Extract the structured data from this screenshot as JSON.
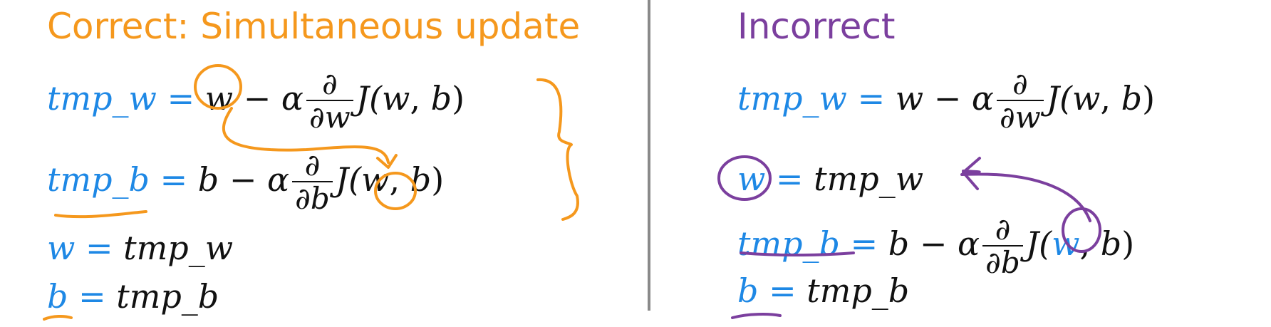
{
  "headings": {
    "correct": "Correct: Simultaneous update",
    "incorrect": "Incorrect"
  },
  "symbols": {
    "tmp_w": "tmp_w",
    "tmp_b": "tmp_b",
    "tmp_b_upright": "tmp_b",
    "tmp_w_upright": "tmp_w",
    "w": "w",
    "b": "b",
    "equals": "=",
    "minus": "−",
    "alpha": "α",
    "partial": "∂",
    "dw": "∂w",
    "db": "∂b",
    "J_open": "J(",
    "comma": ",",
    "close": ")"
  },
  "colors": {
    "correct_heading": "#F5981D",
    "incorrect_heading": "#7B3F9E",
    "variable_blue": "#1E88E5",
    "annotation_orange": "#F5981D",
    "annotation_purple": "#7B3F9E"
  }
}
